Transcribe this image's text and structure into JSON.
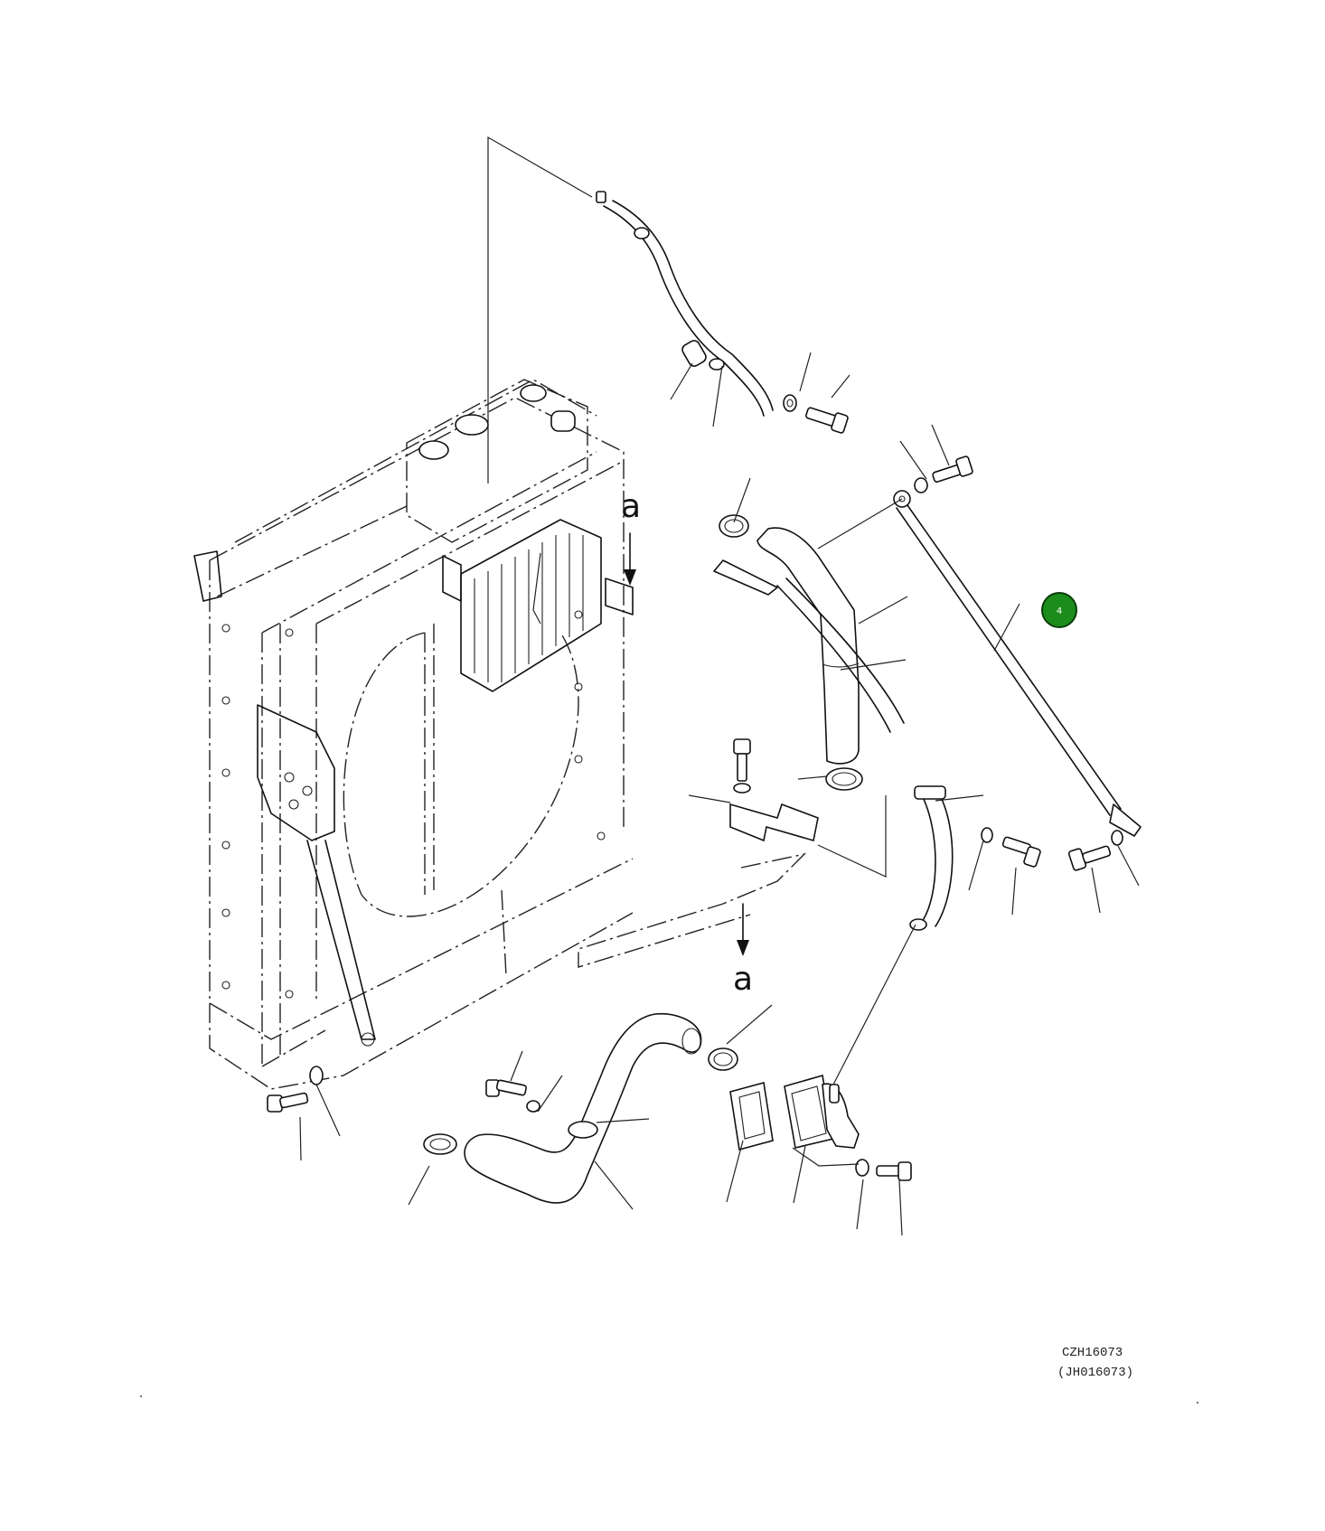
{
  "drawing": {
    "section_marker": "a",
    "codes": [
      "CZH16073",
      "(JH016073)"
    ]
  },
  "callout": {
    "number": "4",
    "color": "#1c8c1c"
  },
  "icons": {
    "radiator": "radiator-assembly-icon",
    "hose": "hose-icon",
    "clamp": "hose-clamp-icon",
    "bolt": "bolt-icon",
    "washer": "washer-icon",
    "rod": "support-rod-icon",
    "bracket": "bracket-icon",
    "elbow": "water-outlet-elbow-icon",
    "gasket": "gasket-icon"
  }
}
